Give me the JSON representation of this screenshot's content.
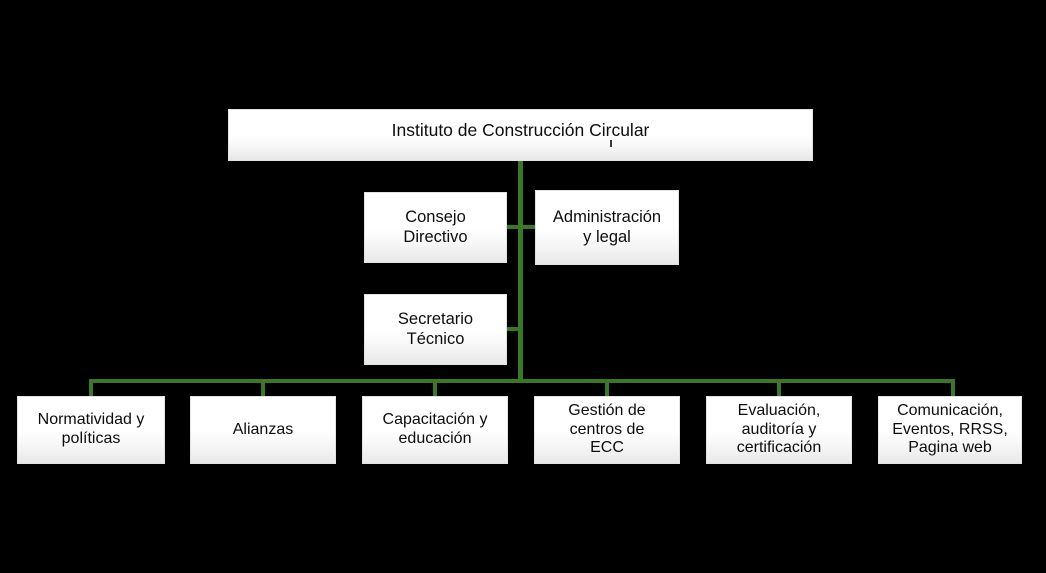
{
  "diagram": {
    "title": "Instituto de Construcción Circular",
    "type": "organizational-chart",
    "background_color": "#000000",
    "connector_color": "#3b7728",
    "box_fill_top": "#ffffff",
    "box_fill_bottom": "#e8e8e8",
    "box_text_color": "#0d0d0d",
    "root": {
      "label": "Instituto de Construcción Circular"
    },
    "staff": [
      {
        "label": "Consejo\nDirectivo"
      },
      {
        "label": "Administración\ny legal"
      },
      {
        "label": "Secretario\nTécnico"
      }
    ],
    "units": [
      {
        "label": "Normatividad y\npolíticas"
      },
      {
        "label": "Alianzas"
      },
      {
        "label": "Capacitación y\neducación"
      },
      {
        "label": "Gestión de\ncentros de\nECC"
      },
      {
        "label": "Evaluación,\nauditoría y\ncertificación"
      },
      {
        "label": "Comunicación,\nEventos, RRSS,\nPagina web"
      }
    ]
  }
}
